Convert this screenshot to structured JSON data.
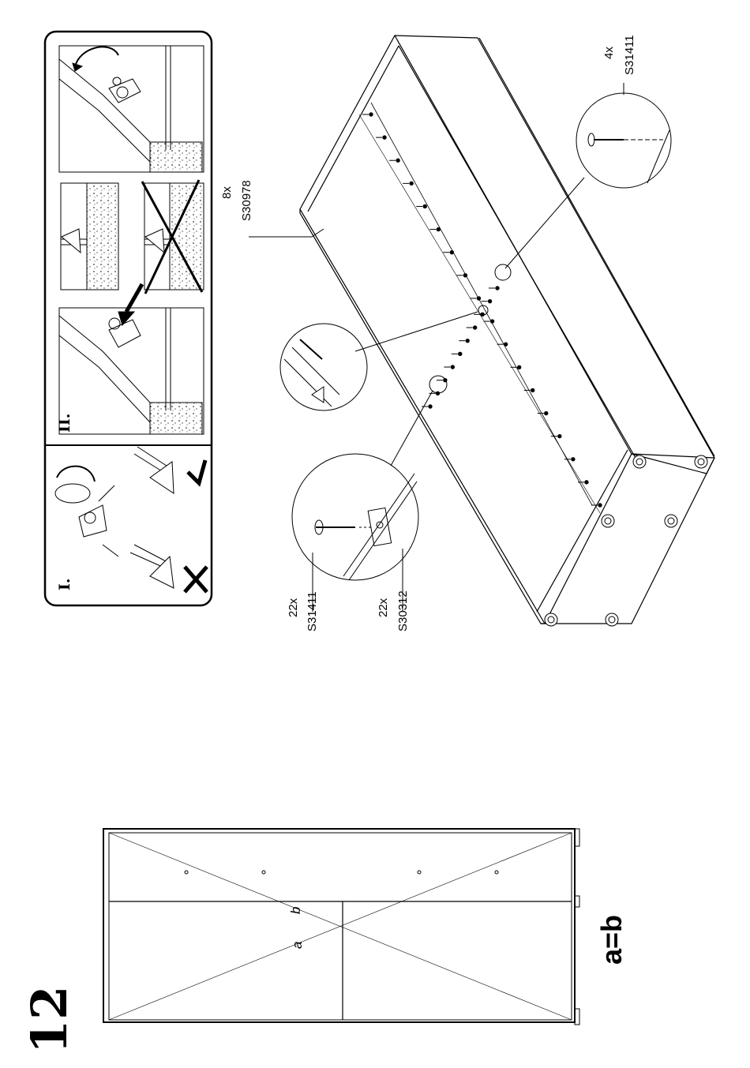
{
  "step": {
    "number": "12"
  },
  "square_check": {
    "diag_a": "a",
    "diag_b": "b",
    "equation": "a=b"
  },
  "inset": {
    "step_i": "I.",
    "step_ii": "II."
  },
  "parts": {
    "screw_a_qty": "22x",
    "screw_a_code": "S31411",
    "bracket_qty": "22x",
    "bracket_code": "S30312",
    "nail_qty": "8x",
    "nail_code": "S30978",
    "screw_b_qty": "4x",
    "screw_b_code": "S31411"
  },
  "colors": {
    "line": "#000000",
    "background": "#ffffff"
  }
}
